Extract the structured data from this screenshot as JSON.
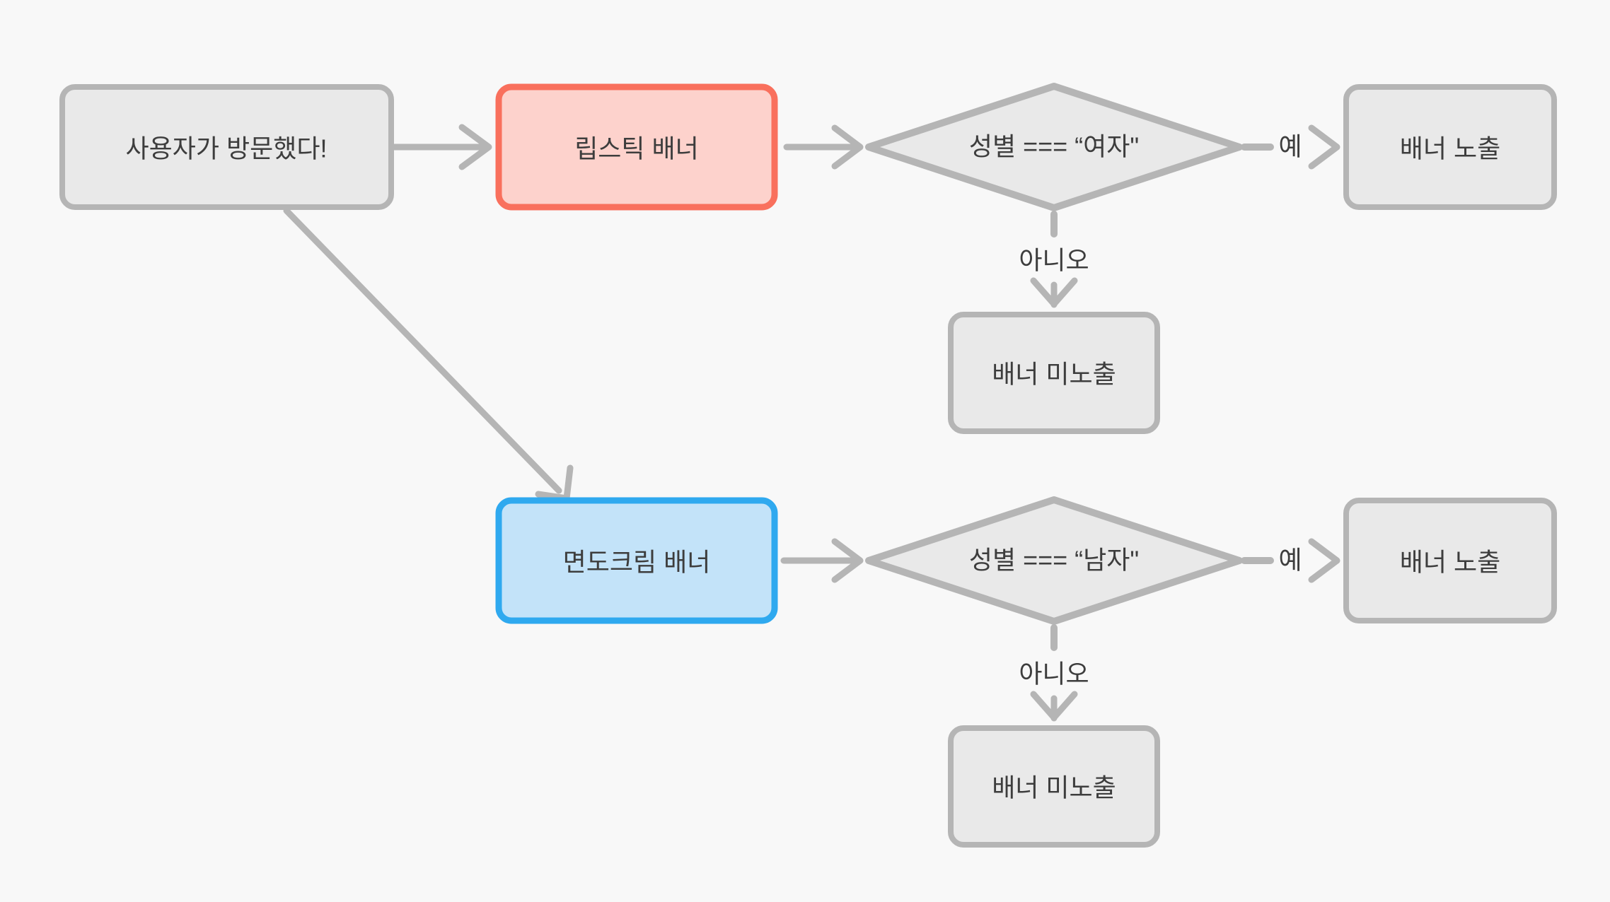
{
  "canvas": {
    "background": "#f8f8f8"
  },
  "palette": {
    "connector": "#b5b5b5",
    "text": "#3d3d3d",
    "node_fill_gray": "#e9e9e9",
    "node_border_gray": "#b5b5b5",
    "node_fill_red": "#fdd2cc",
    "node_border_red": "#f9705d",
    "node_fill_blue": "#c3e3f9",
    "node_border_blue": "#2fa9ef"
  },
  "diagram": {
    "type": "flowchart",
    "nodes": [
      {
        "id": "start",
        "shape": "rectangle",
        "color": "gray",
        "label": "사용자가 방문했다!"
      },
      {
        "id": "lipstick-banner",
        "shape": "rectangle",
        "color": "red",
        "label": "립스틱 배너"
      },
      {
        "id": "gender-is-female",
        "shape": "diamond",
        "color": "gray",
        "label": "성별 === “여자\""
      },
      {
        "id": "banner-shown-female",
        "shape": "rectangle",
        "color": "gray",
        "label": "배너 노출"
      },
      {
        "id": "banner-not-shown-female",
        "shape": "rectangle",
        "color": "gray",
        "label": "배너 미노출"
      },
      {
        "id": "shaving-cream-banner",
        "shape": "rectangle",
        "color": "blue",
        "label": "면도크림 배너"
      },
      {
        "id": "gender-is-male",
        "shape": "diamond",
        "color": "gray",
        "label": "성별 === “남자\""
      },
      {
        "id": "banner-shown-male",
        "shape": "rectangle",
        "color": "gray",
        "label": "배너 노출"
      },
      {
        "id": "banner-not-shown-male",
        "shape": "rectangle",
        "color": "gray",
        "label": "배너 미노출"
      }
    ],
    "edges": [
      {
        "from": "start",
        "to": "lipstick-banner",
        "label": ""
      },
      {
        "from": "start",
        "to": "shaving-cream-banner",
        "label": ""
      },
      {
        "from": "lipstick-banner",
        "to": "gender-is-female",
        "label": ""
      },
      {
        "from": "gender-is-female",
        "to": "banner-shown-female",
        "label": "예"
      },
      {
        "from": "gender-is-female",
        "to": "banner-not-shown-female",
        "label": "아니오"
      },
      {
        "from": "shaving-cream-banner",
        "to": "gender-is-male",
        "label": ""
      },
      {
        "from": "gender-is-male",
        "to": "banner-shown-male",
        "label": "예"
      },
      {
        "from": "gender-is-male",
        "to": "banner-not-shown-male",
        "label": "아니오"
      }
    ]
  }
}
